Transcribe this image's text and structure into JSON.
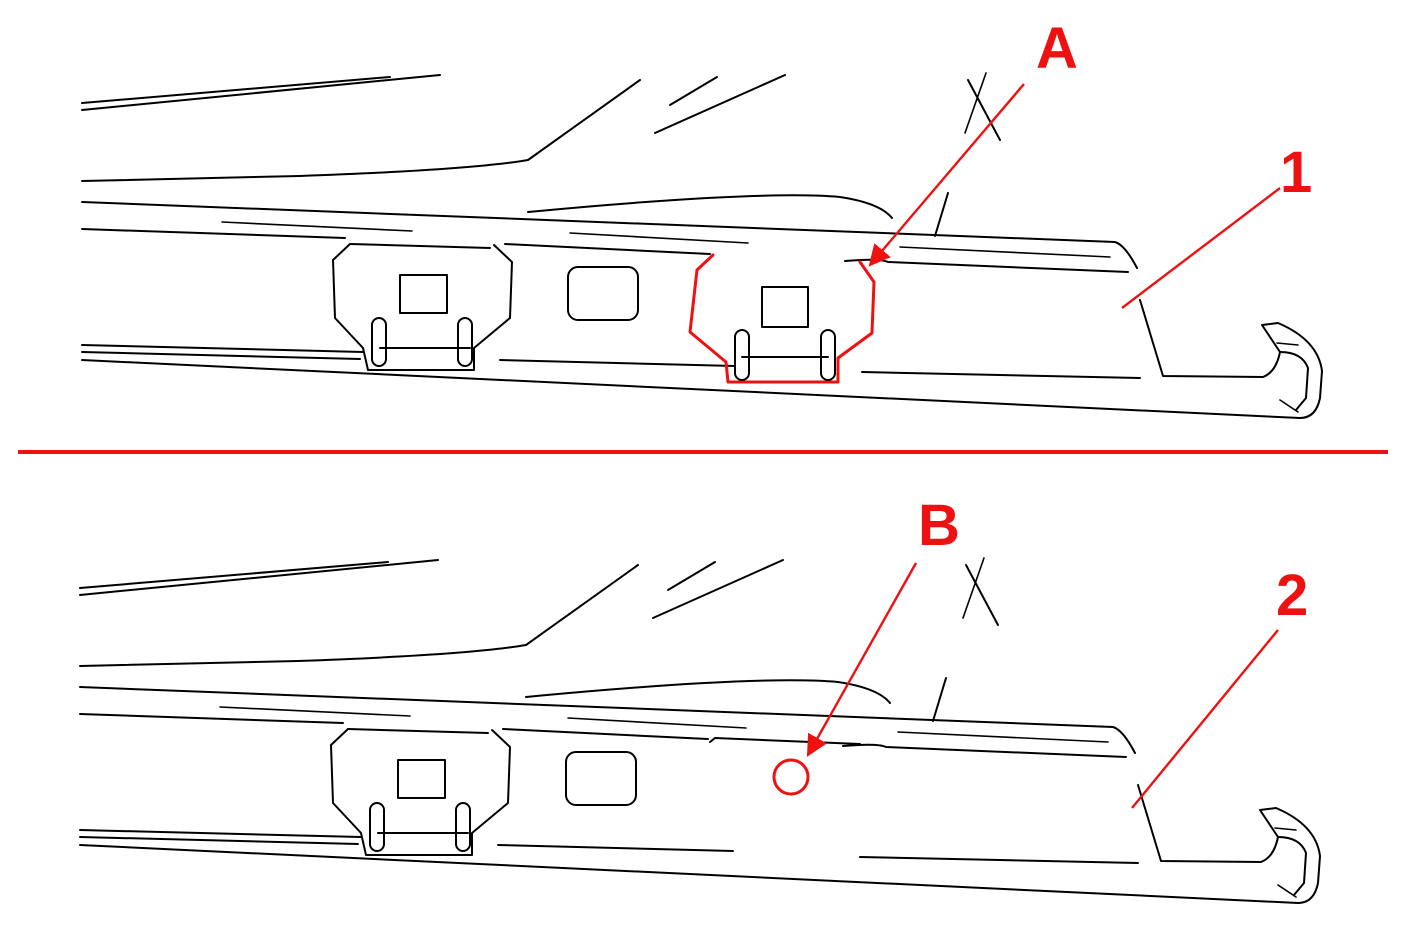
{
  "labels": {
    "top_letter": "A",
    "top_number": "1",
    "bottom_letter": "B",
    "bottom_number": "2"
  },
  "colors": {
    "line": "#000000",
    "highlight": "#ee1111",
    "background": "#ffffff"
  }
}
